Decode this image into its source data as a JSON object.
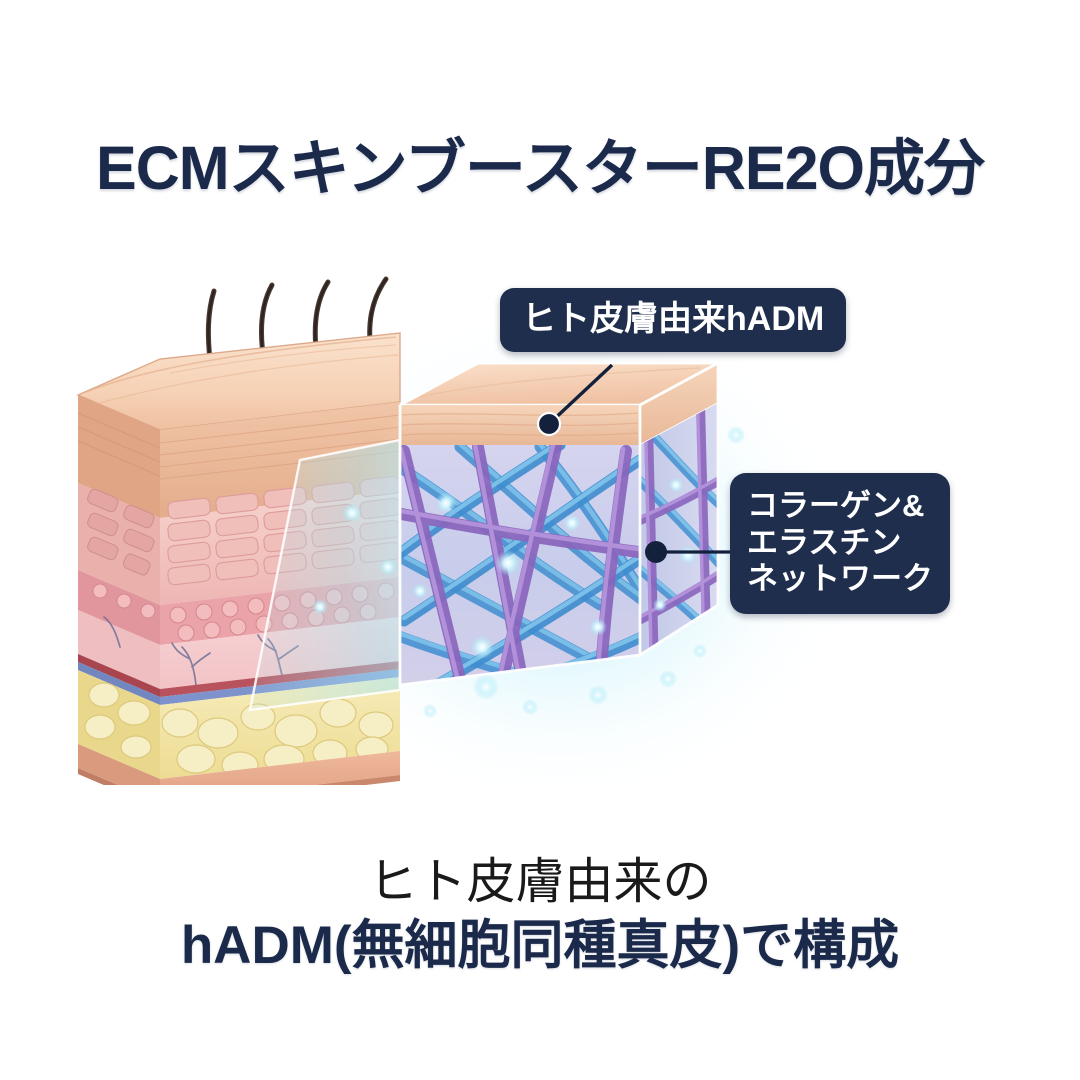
{
  "page": {
    "background_color": "#ffffff",
    "navy": "#1b2a4a",
    "label_bg": "#1f2e4d",
    "accent_cyan": "#9fe4f2"
  },
  "title": {
    "text": "ECMスキンブースターRE2O成分",
    "color": "#1b2a4a"
  },
  "callouts": [
    {
      "id": "hadm",
      "text": "ヒト皮膚由来hADM",
      "bg": "#1f2e4d",
      "text_color": "#ffffff",
      "pointer": "line-to-cube-top"
    },
    {
      "id": "network",
      "line1": "コラーゲン&",
      "line2": "エラスチン",
      "line3": "ネットワーク",
      "bg": "#1f2e4d",
      "text_color": "#ffffff",
      "pointer": "line-to-cube-right-face"
    }
  ],
  "illustration": {
    "name": "skin-cross-section-with-ecm-cube",
    "skin_block": {
      "name": "skin-cross-section-block",
      "hairs_count": 4,
      "layers": [
        {
          "name": "epidermis-surface",
          "color": "#f6d9c2"
        },
        {
          "name": "stratum-corneum",
          "color": "#e8b79b"
        },
        {
          "name": "epidermis-cells",
          "color": "#f3c5c2"
        },
        {
          "name": "basal-cell-layer",
          "color": "#eda9ad"
        },
        {
          "name": "dermis",
          "color": "#f5cfd0"
        },
        {
          "name": "blood-vessel-artery",
          "color": "#b4454f"
        },
        {
          "name": "blood-vessel-vein",
          "color": "#6d86c4"
        },
        {
          "name": "subcutaneous-fat",
          "color": "#f2e2a4"
        },
        {
          "name": "hypodermis-base",
          "color": "#e8a98f"
        }
      ]
    },
    "ecm_cube": {
      "name": "ecm-fiber-cube",
      "top_layer_color": "#f3cdb0",
      "fiber_colors": {
        "collagen": "#8f6fc0",
        "elastin": "#3f8fd0"
      },
      "glow_particles": 14,
      "matrix_bg": "#c9cbe8"
    },
    "magnifier_cone": {
      "name": "magnification-cone",
      "color": "rgba(160,225,240,0.45)"
    }
  },
  "caption": {
    "line1": "ヒト皮膚由来の",
    "line2": "hADM(無細胞同種真皮)で構成"
  }
}
